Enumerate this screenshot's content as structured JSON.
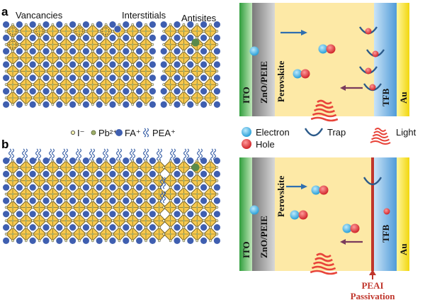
{
  "panels": {
    "a": {
      "letter": "a",
      "defects": [
        "Vancancies",
        "Interstitials",
        "Antisites"
      ]
    },
    "b": {
      "letter": "b"
    }
  },
  "legend_ions": [
    "I⁻",
    "Pb²⁺",
    "FA⁺",
    "PEA⁺"
  ],
  "legend_species": {
    "electron": "Electron",
    "hole": "Hole",
    "trap": "Trap",
    "light": "Light"
  },
  "device": {
    "layers": [
      "ITO",
      "ZnO/PEIE",
      "Perovskite",
      "TFB",
      "Au"
    ],
    "passivation": [
      "PEAI",
      "Passivation"
    ]
  },
  "colors": {
    "octahedron": "#f7c94e",
    "octahedron_edge": "#6b5a1e",
    "fa_ion": "#3f5fb0",
    "electron": "#34b4e4",
    "hole": "#e2232a",
    "trap": "#2b5a8a",
    "light": "#e8443a",
    "ito": "#43b047",
    "zno": "#a0a0a0",
    "perovskite": "#fde9a6",
    "tfb": "#6aaee0",
    "au": "#f2d70d",
    "passivation": "#c0362c"
  }
}
